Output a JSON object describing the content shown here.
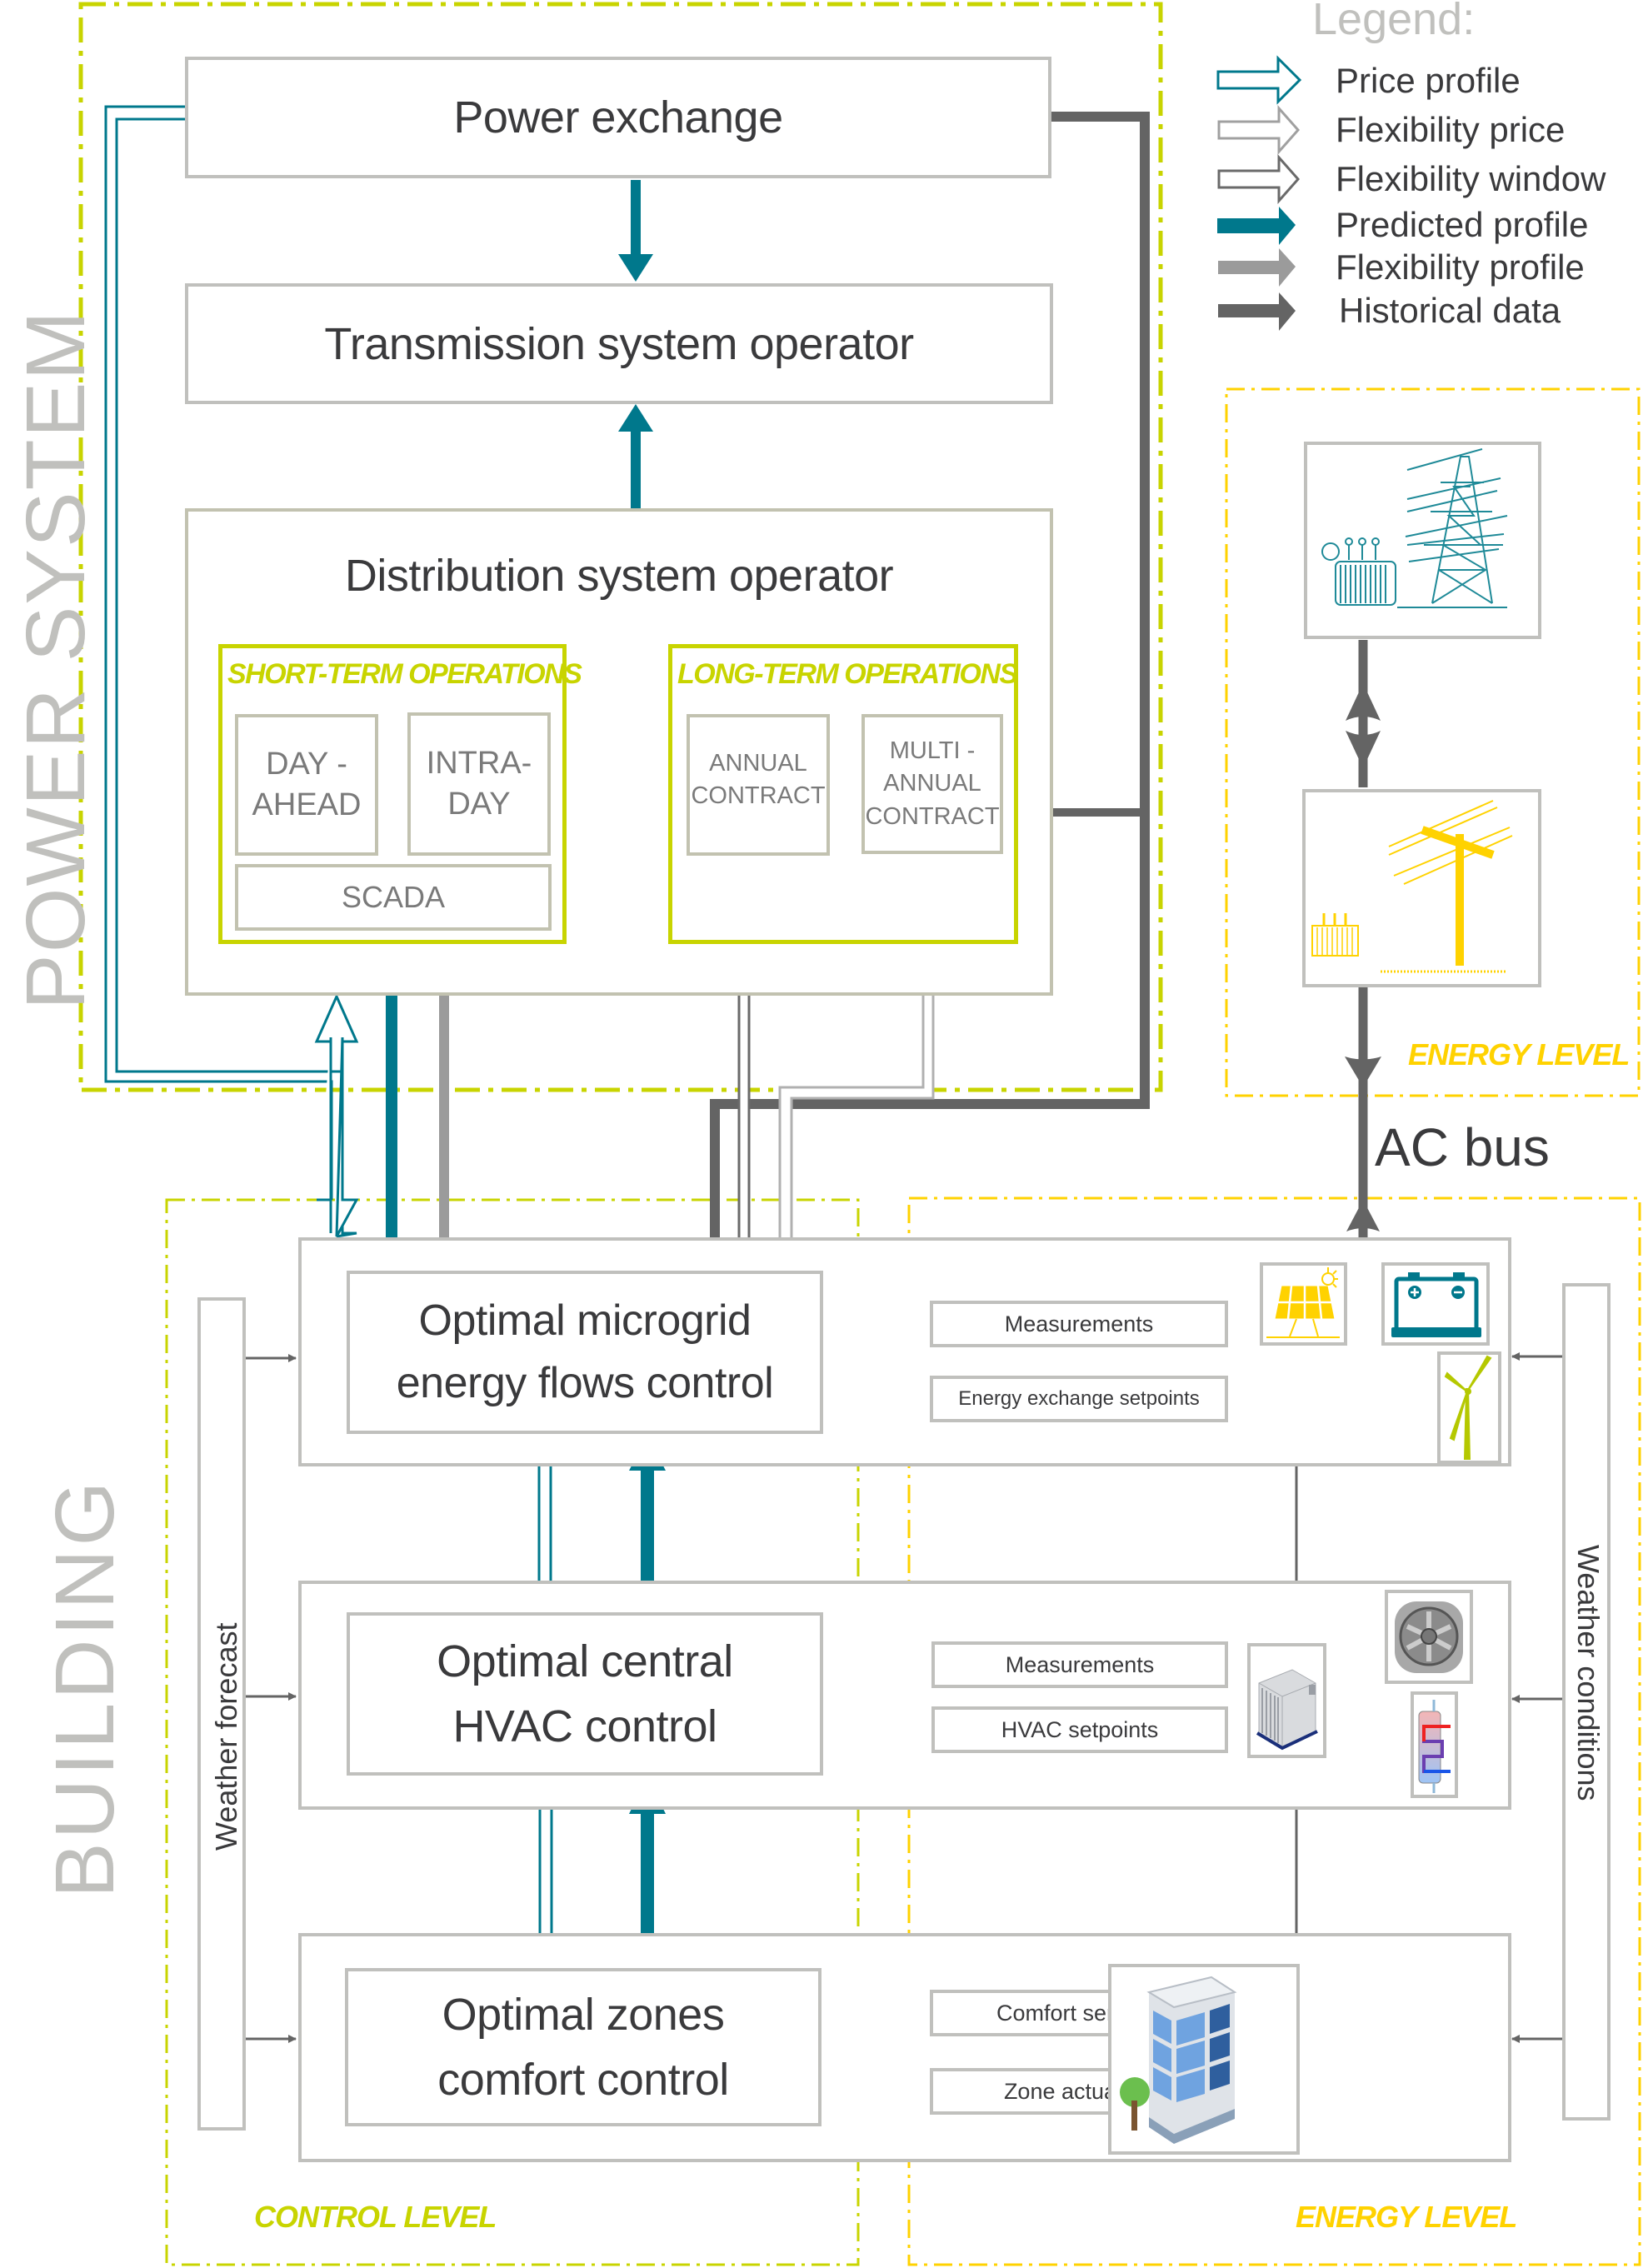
{
  "colors": {
    "teal": "#00788c",
    "lime": "#c8d400",
    "yellow": "#ffd200",
    "dark_gray": "#646464",
    "mid_gray": "#9b9b9b",
    "light_gray": "#c0c0bd",
    "text": "#3a3a3c"
  },
  "sections": {
    "power_system": "POWER SYSTEM",
    "building": "BUILDING"
  },
  "legend": {
    "title": "Legend:",
    "items": [
      {
        "label": "Price profile",
        "style": "outline",
        "color": "#00788c"
      },
      {
        "label": "Flexibility price",
        "style": "outline",
        "color": "#a0a0a0"
      },
      {
        "label": "Flexibility window",
        "style": "outline",
        "color": "#6a6a6a"
      },
      {
        "label": "Predicted profile",
        "style": "solid",
        "color": "#00788c"
      },
      {
        "label": "Flexibility profile",
        "style": "solid",
        "color": "#9b9b9b"
      },
      {
        "label": "Historical data",
        "style": "solid",
        "color": "#646464"
      }
    ]
  },
  "power_system": {
    "power_exchange": "Power exchange",
    "tso": "Transmission system operator",
    "dso": {
      "title": "Distribution system operator",
      "short_term": {
        "title": "SHORT-TERM OPERATIONS",
        "day_ahead": [
          "DAY -",
          "AHEAD"
        ],
        "intra_day": [
          "INTRA-",
          "DAY"
        ],
        "scada": "SCADA"
      },
      "long_term": {
        "title": "LONG-TERM OPERATIONS",
        "annual": [
          "ANNUAL",
          "CONTRACT"
        ],
        "multi_annual": [
          "MULTI -",
          "ANNUAL",
          "CONTRACT"
        ]
      }
    }
  },
  "energy_level_top": {
    "label": "ENERGY LEVEL",
    "transmission_icon": "transmission-tower-icon",
    "distribution_icon": "distribution-pole-icon",
    "ac_bus": "AC bus"
  },
  "building": {
    "control_level_label": "CONTROL LEVEL",
    "energy_level_label": "ENERGY LEVEL",
    "weather_forecast": "Weather forecast",
    "weather_conditions": "Weather conditions",
    "rows": [
      {
        "controller": [
          "Optimal microgrid",
          "energy flows control"
        ],
        "input": "Measurements",
        "output": "Energy exchange setpoints",
        "icons": [
          "solar-panel-icon",
          "battery-icon",
          "wind-turbine-icon"
        ]
      },
      {
        "controller": [
          "Optimal central",
          "HVAC control"
        ],
        "input": "Measurements",
        "output": "HVAC setpoints",
        "icons": [
          "chiller-unit-icon",
          "fan-icon",
          "heat-exchanger-icon"
        ]
      },
      {
        "controller": [
          "Optimal zones",
          "comfort control"
        ],
        "input": "Comfort sensors",
        "output": "Zone actuators",
        "icons": [
          "office-building-icon"
        ]
      }
    ]
  }
}
